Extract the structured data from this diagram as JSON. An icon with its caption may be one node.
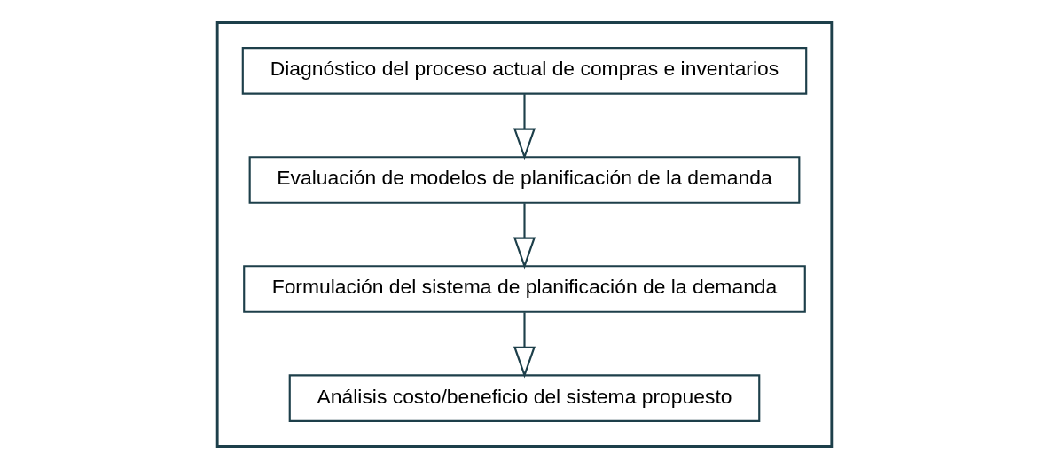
{
  "diagram": {
    "nodes": [
      {
        "text": [],
        "shape": "box"
      },
      {
        "text": [
          "Diagnóstico del proceso actual de compras e inventarios"
        ],
        "in": 0
      },
      {
        "text": [
          "Evaluación de modelos de planificación de la demanda"
        ],
        "in": 0
      },
      {
        "text": [
          "Formulación del sistema de planificación de la demanda"
        ],
        "in": 0
      },
      {
        "text": [
          "Análisis costo/beneficio del sistema propuesto"
        ],
        "in": 0
      }
    ],
    "edges": [
      {
        "from": 1,
        "to": 2,
        "arrow": "to"
      },
      {
        "from": 2,
        "to": 3,
        "arrow": "to"
      },
      {
        "from": 3,
        "to": 4,
        "arrow": "to"
      }
    ]
  }
}
